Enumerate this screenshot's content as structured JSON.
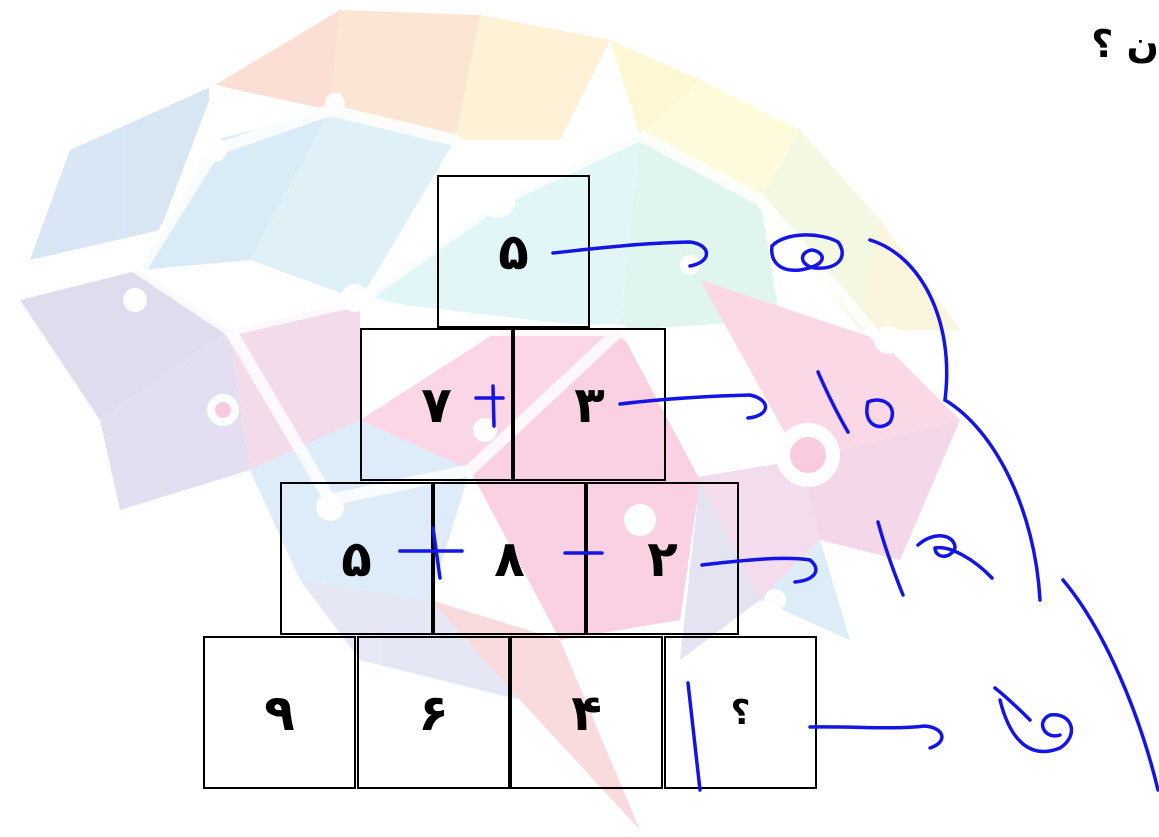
{
  "question_text": "ن ؟",
  "pyramid": {
    "row1": [
      "۵"
    ],
    "row2": [
      "۷",
      "۳"
    ],
    "row3": [
      "۵",
      "۸",
      "۲"
    ],
    "row4": [
      "۹",
      "۶",
      "۴",
      "؟"
    ]
  },
  "colors": {
    "cell_border": "#000000",
    "pen_ink": "#1414e6"
  },
  "background": {
    "kind": "faded low-poly brain watermark"
  }
}
